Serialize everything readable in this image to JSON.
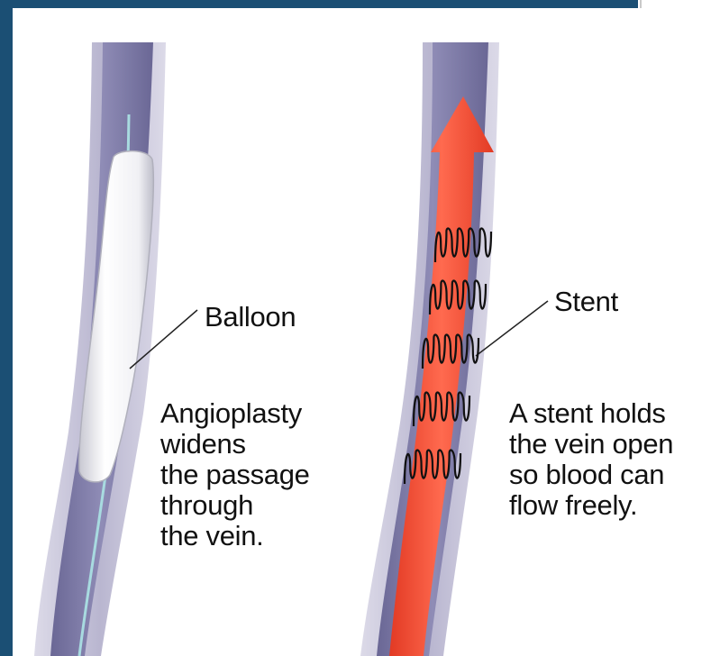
{
  "labels": {
    "balloon": "Balloon",
    "stent": "Stent"
  },
  "captions": {
    "left": [
      "Angioplasty",
      "widens",
      "the passage",
      "through",
      "the vein."
    ],
    "right": [
      "A stent holds",
      "the vein open",
      "so blood can",
      "flow freely."
    ]
  },
  "colors": {
    "frame": "#1b4f74",
    "vein_wall": "#c9c6dc",
    "vein_lumen": "#7d7aa6",
    "balloon": "#f2f2f4",
    "guidewire": "#a8dbe0",
    "blood_arrow": "#f0402a",
    "stent_wire": "#111111"
  }
}
